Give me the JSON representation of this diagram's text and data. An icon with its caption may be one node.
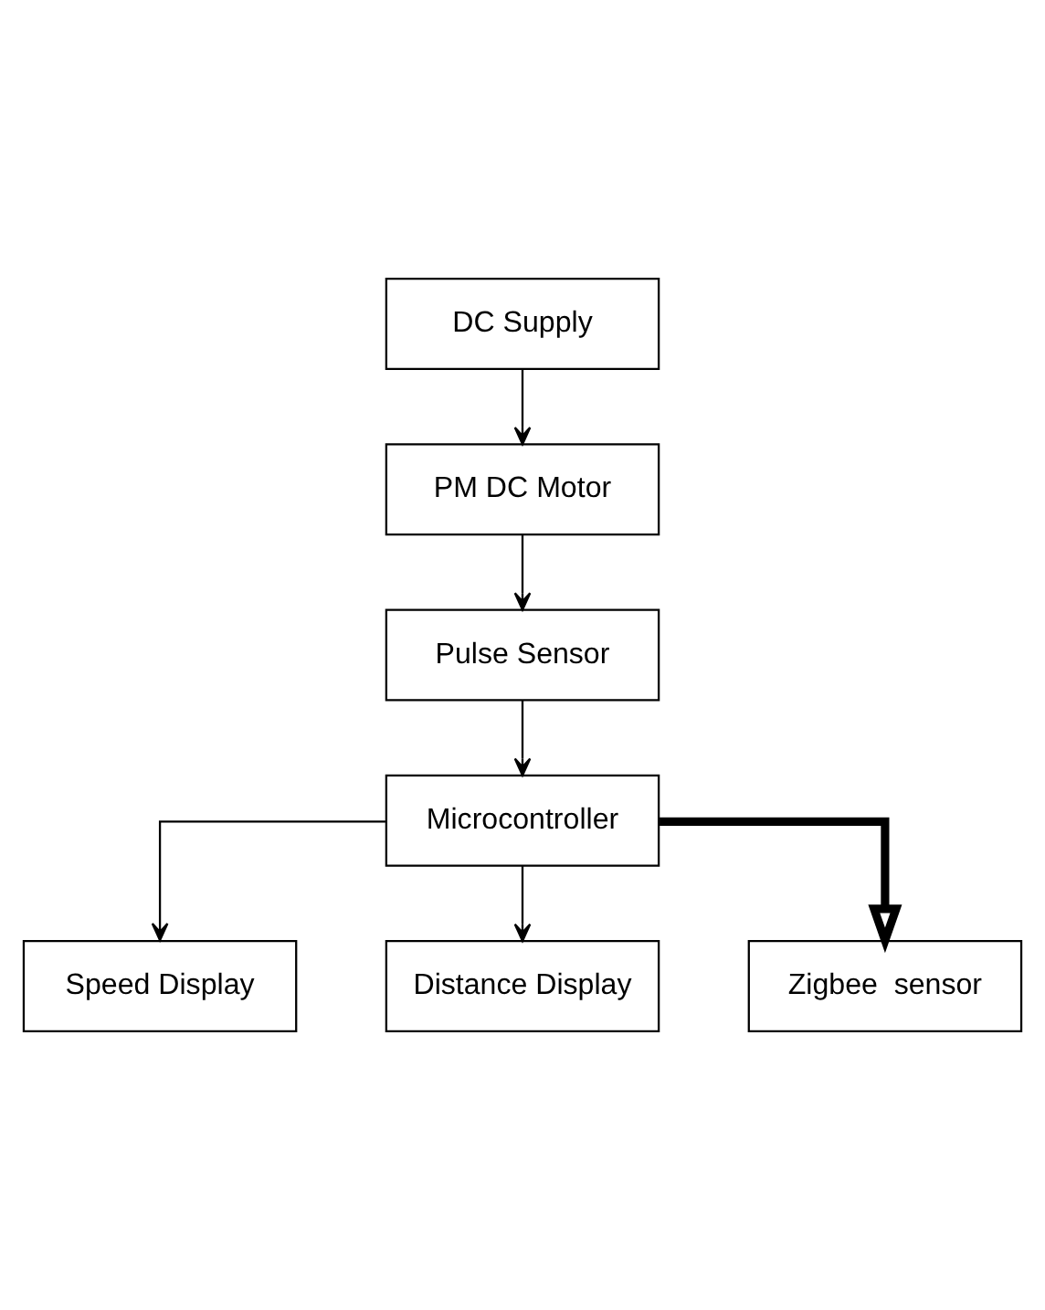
{
  "diagram": {
    "nodes": [
      {
        "text": [
          "DC Supply"
        ]
      },
      {
        "text": [
          "PM DC Motor"
        ]
      },
      {
        "text": [
          "Pulse Sensor"
        ]
      },
      {
        "text": [
          "Microcontroller"
        ]
      },
      {
        "text": [
          "Speed Display"
        ]
      },
      {
        "text": [
          "Distance Display"
        ]
      },
      {
        "text": [
          "Zigbee  sensor"
        ]
      }
    ],
    "edges": [
      {
        "from": 0,
        "to": 1,
        "arrow": "to"
      },
      {
        "from": 1,
        "to": 2,
        "arrow": "to"
      },
      {
        "from": 2,
        "to": 3,
        "arrow": "to"
      },
      {
        "from": 3,
        "to": 4,
        "arrow": "to"
      },
      {
        "from": 3,
        "to": 5,
        "arrow": "to"
      },
      {
        "from": 3,
        "to": 6,
        "arrow": "to",
        "style": "thick"
      }
    ]
  }
}
